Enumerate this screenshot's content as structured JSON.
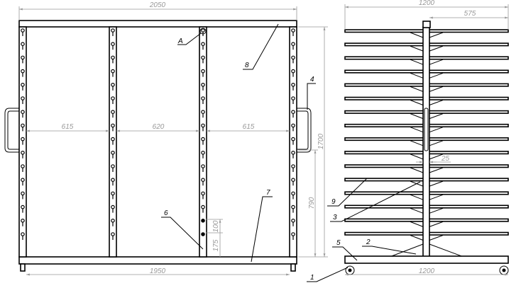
{
  "front_view": {
    "dimensions": {
      "overall_width": "2050",
      "inner_width": "1950",
      "bay_left": "615",
      "bay_center": "620",
      "bay_right": "615",
      "height": "1700",
      "handle_height": "790",
      "hole_pitch": "100",
      "first_hole": "175"
    },
    "callouts": {
      "detail": "A",
      "top_beam": "8",
      "handle": "4",
      "bottom_beam": "7",
      "post": "6",
      "caster": "1"
    },
    "post_count": 4,
    "holes_per_post": 16
  },
  "side_view": {
    "dimensions": {
      "overall_width": "1200",
      "arm_length": "575",
      "base_width": "1200",
      "post_width": "25"
    },
    "callouts": {
      "shelf": "9",
      "bracket": "3",
      "base": "5",
      "brace": "2"
    },
    "shelf_count": 16
  }
}
